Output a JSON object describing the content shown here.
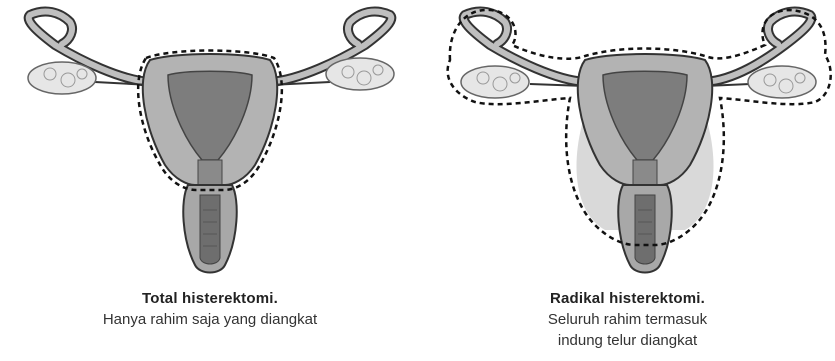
{
  "panels": [
    {
      "title": "Total histerektomi.",
      "description_lines": [
        "Hanya rahim saja yang diangkat"
      ]
    },
    {
      "title": "Radikal histerektomi.",
      "description_lines": [
        "Seluruh rahim termasuk",
        "indung telur diangkat"
      ]
    }
  ],
  "colors": {
    "tube": "#bfbfbf",
    "tube_outline": "#333333",
    "uterus_fill": "#9e9e9e",
    "uterus_inner": "#6e6e6e",
    "ovary": "#e6e6e6",
    "dashed_line": "#111111"
  }
}
